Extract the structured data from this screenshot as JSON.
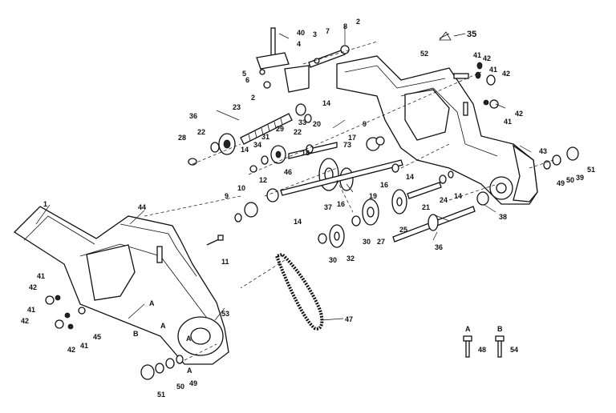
{
  "callouts": [
    {
      "id": "c1",
      "text": "1"
    },
    {
      "id": "c2a",
      "text": "2"
    },
    {
      "id": "c2b",
      "text": "2"
    },
    {
      "id": "c3",
      "text": "3"
    },
    {
      "id": "c4",
      "text": "4"
    },
    {
      "id": "c5",
      "text": "5"
    },
    {
      "id": "c6",
      "text": "6"
    },
    {
      "id": "c7",
      "text": "7"
    },
    {
      "id": "c8",
      "text": "8"
    },
    {
      "id": "c9a",
      "text": "9"
    },
    {
      "id": "c9b",
      "text": "9"
    },
    {
      "id": "c10",
      "text": "10"
    },
    {
      "id": "c11",
      "text": "11"
    },
    {
      "id": "c12",
      "text": "12"
    },
    {
      "id": "c14a",
      "text": "14"
    },
    {
      "id": "c14b",
      "text": "14"
    },
    {
      "id": "c14c",
      "text": "14"
    },
    {
      "id": "c14d",
      "text": "14"
    },
    {
      "id": "c14e",
      "text": "14"
    },
    {
      "id": "c16a",
      "text": "16"
    },
    {
      "id": "c16b",
      "text": "16"
    },
    {
      "id": "c17",
      "text": "17"
    },
    {
      "id": "c18",
      "text": "18"
    },
    {
      "id": "c19",
      "text": "19"
    },
    {
      "id": "c20",
      "text": "20"
    },
    {
      "id": "c21",
      "text": "21"
    },
    {
      "id": "c22a",
      "text": "22"
    },
    {
      "id": "c22b",
      "text": "22"
    },
    {
      "id": "c23",
      "text": "23"
    },
    {
      "id": "c24",
      "text": "24"
    },
    {
      "id": "c25",
      "text": "25"
    },
    {
      "id": "c27",
      "text": "27"
    },
    {
      "id": "c28",
      "text": "28"
    },
    {
      "id": "c29",
      "text": "29"
    },
    {
      "id": "c30a",
      "text": "30"
    },
    {
      "id": "c30b",
      "text": "30"
    },
    {
      "id": "c31",
      "text": "31"
    },
    {
      "id": "c32",
      "text": "32"
    },
    {
      "id": "c33",
      "text": "33"
    },
    {
      "id": "c34",
      "text": "34"
    },
    {
      "id": "c36a",
      "text": "36"
    },
    {
      "id": "c36b",
      "text": "36"
    },
    {
      "id": "c37",
      "text": "37"
    },
    {
      "id": "c38",
      "text": "38"
    },
    {
      "id": "c39",
      "text": "39"
    },
    {
      "id": "c40",
      "text": "40"
    },
    {
      "id": "c41a",
      "text": "41"
    },
    {
      "id": "c41b",
      "text": "41"
    },
    {
      "id": "c41c",
      "text": "41"
    },
    {
      "id": "c41d",
      "text": "41"
    },
    {
      "id": "c41e",
      "text": "41"
    },
    {
      "id": "c41f",
      "text": "41"
    },
    {
      "id": "c42a",
      "text": "42"
    },
    {
      "id": "c42b",
      "text": "42"
    },
    {
      "id": "c42c",
      "text": "42"
    },
    {
      "id": "c42d",
      "text": "42"
    },
    {
      "id": "c42e",
      "text": "42"
    },
    {
      "id": "c42f",
      "text": "42"
    },
    {
      "id": "c43",
      "text": "43"
    },
    {
      "id": "c44",
      "text": "44"
    },
    {
      "id": "c45",
      "text": "45"
    },
    {
      "id": "c46",
      "text": "46"
    },
    {
      "id": "c47",
      "text": "47"
    },
    {
      "id": "c48",
      "text": "48"
    },
    {
      "id": "c49a",
      "text": "49"
    },
    {
      "id": "c49b",
      "text": "49"
    },
    {
      "id": "c50a",
      "text": "50"
    },
    {
      "id": "c50b",
      "text": "50"
    },
    {
      "id": "c51a",
      "text": "51"
    },
    {
      "id": "c51b",
      "text": "51"
    },
    {
      "id": "c52",
      "text": "52"
    },
    {
      "id": "c53",
      "text": "53"
    },
    {
      "id": "c54",
      "text": "54"
    },
    {
      "id": "c73",
      "text": "73"
    },
    {
      "id": "c35",
      "text": "35"
    }
  ],
  "ref_marks": [
    {
      "id": "ra1",
      "text": "A"
    },
    {
      "id": "ra2",
      "text": "A"
    },
    {
      "id": "ra3",
      "text": "A"
    },
    {
      "id": "ra4",
      "text": "A"
    },
    {
      "id": "rb1",
      "text": "B"
    },
    {
      "id": "key_a",
      "text": "A"
    },
    {
      "id": "key_b",
      "text": "B"
    }
  ]
}
